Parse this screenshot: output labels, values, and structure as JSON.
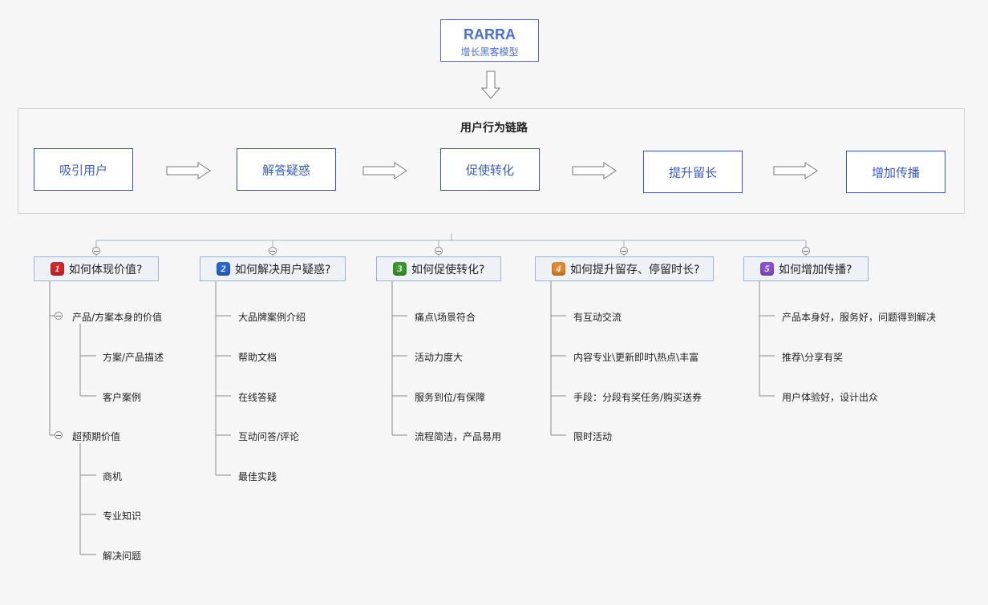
{
  "top": {
    "title": "RARRA",
    "subtitle": "增长黑客模型"
  },
  "chain": {
    "title": "用户行为链路",
    "stages": [
      "吸引用户",
      "解答疑惑",
      "促使转化",
      "提升留长",
      "增加传播"
    ]
  },
  "questions": [
    {
      "num": "1",
      "label": "如何体现价值?",
      "color": "#d8262a"
    },
    {
      "num": "2",
      "label": "如何解决用户疑惑?",
      "color": "#2a66d6"
    },
    {
      "num": "3",
      "label": "如何促使转化?",
      "color": "#3a9a2a"
    },
    {
      "num": "4",
      "label": "如何提升留存、停留时长?",
      "color": "#e58a2a"
    },
    {
      "num": "5",
      "label": "如何增加传播?",
      "color": "#8a52d2"
    }
  ],
  "branch1": {
    "group1": {
      "label": "产品/方案本身的价值",
      "items": [
        "方案/产品描述",
        "客户案例"
      ]
    },
    "group2": {
      "label": "超预期价值",
      "items": [
        "商机",
        "专业知识",
        "解决问题"
      ]
    }
  },
  "branch2": {
    "items": [
      "大品牌案例介绍",
      "帮助文档",
      "在线答疑",
      "互动问答/评论",
      "最佳实践"
    ]
  },
  "branch3": {
    "items": [
      "痛点\\场景符合",
      "活动力度大",
      "服务到位/有保障",
      "流程简洁，产品易用"
    ]
  },
  "branch4": {
    "items": [
      "有互动交流",
      "内容专业\\更新即时\\热点\\丰富",
      "手段：分段有奖任务/购买送券",
      "限时活动"
    ]
  },
  "branch5": {
    "items": [
      "产品本身好，服务好，问题得到解决",
      "推荐\\分享有奖",
      "用户体验好，设计出众"
    ]
  },
  "colors": {
    "accent": "#4a6ee0",
    "stage_border": "#3a55a8",
    "line": "#9fb2cf"
  }
}
